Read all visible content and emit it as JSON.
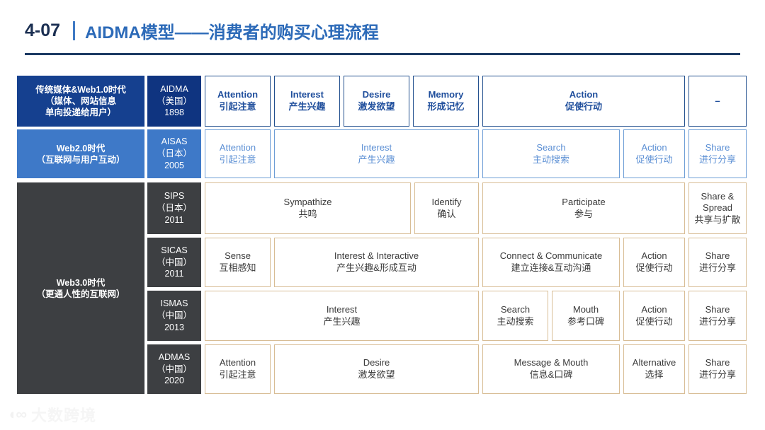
{
  "header": {
    "slide_number": "4-07",
    "title": "AIDMA模型——消费者的购买心理流程",
    "accent_color": "#2c6ab8",
    "rule_color": "#1b3a63"
  },
  "matrix": {
    "eras": [
      {
        "id": "era-web1",
        "label": "传统媒体&Web1.0时代\n（媒体、网站信息\n单向投递给用户）",
        "lines": [
          "传统媒体&Web1.0时代",
          "（媒体、网站信息",
          "单向投递给用户）"
        ],
        "bg": "#15408f"
      },
      {
        "id": "era-web2",
        "label": "Web2.0时代\n（互联网与用户互动）",
        "lines": [
          "Web2.0时代",
          "（互联网与用户互动）"
        ],
        "bg": "#3e79c8"
      },
      {
        "id": "era-web3",
        "label": "Web3.0时代\n（更通人性的互联网）",
        "lines": [
          "Web3.0时代",
          "（更通人性的互联网）"
        ],
        "bg": "#3d3f42"
      }
    ],
    "models": [
      {
        "id": "model-aidma",
        "name": "AIDMA",
        "country": "（美国）",
        "year": "1898",
        "bg": "#0f3480"
      },
      {
        "id": "model-aisas",
        "name": "AISAS",
        "country": "（日本）",
        "year": "2005",
        "bg": "#3e79c8"
      },
      {
        "id": "model-sips",
        "name": "SIPS",
        "country": "（日本）",
        "year": "2011",
        "bg": "#3d3f42"
      },
      {
        "id": "model-sicas",
        "name": "SICAS",
        "country": "（中国）",
        "year": "2011",
        "bg": "#3d3f42"
      },
      {
        "id": "model-ismas",
        "name": "ISMAS",
        "country": "（中国）",
        "year": "2013",
        "bg": "#3d3f42"
      },
      {
        "id": "model-admas",
        "name": "ADMAS",
        "country": "（中国）",
        "year": "2020",
        "bg": "#3d3f42"
      }
    ],
    "rows": [
      {
        "model": "AIDMA",
        "style": "navy",
        "stages": [
          {
            "en": "Attention",
            "cn": "引起注意"
          },
          {
            "en": "Interest",
            "cn": "产生兴趣"
          },
          {
            "en": "Desire",
            "cn": "激发欲望"
          },
          {
            "en": "Memory",
            "cn": "形成记忆"
          },
          {
            "en": "Action",
            "cn": "促使行动"
          },
          {
            "en": "–",
            "cn": ""
          }
        ]
      },
      {
        "model": "AISAS",
        "style": "blue",
        "stages": [
          {
            "en": "Attention",
            "cn": "引起注意"
          },
          {
            "en": "Interest",
            "cn": "产生兴趣"
          },
          {
            "en": "Search",
            "cn": "主动搜索"
          },
          {
            "en": "Action",
            "cn": "促使行动"
          },
          {
            "en": "Share",
            "cn": "进行分享"
          }
        ]
      },
      {
        "model": "SIPS",
        "style": "tan",
        "stages": [
          {
            "en": "Sympathize",
            "cn": "共鸣"
          },
          {
            "en": "Identify",
            "cn": "确认"
          },
          {
            "en": "Participate",
            "cn": "参与"
          },
          {
            "en": "Share &\nSpread",
            "cn": "共享与扩散"
          }
        ]
      },
      {
        "model": "SICAS",
        "style": "tan",
        "stages": [
          {
            "en": "Sense",
            "cn": "互相感知"
          },
          {
            "en": "Interest & Interactive",
            "cn": "产生兴趣&形成互动"
          },
          {
            "en": "Connect & Communicate",
            "cn": "建立连接&互动沟通"
          },
          {
            "en": "Action",
            "cn": "促使行动"
          },
          {
            "en": "Share",
            "cn": "进行分享"
          }
        ]
      },
      {
        "model": "ISMAS",
        "style": "tan",
        "stages": [
          {
            "en": "Interest",
            "cn": "产生兴趣"
          },
          {
            "en": "Search",
            "cn": "主动搜索"
          },
          {
            "en": "Mouth",
            "cn": "参考口碑"
          },
          {
            "en": "Action",
            "cn": "促使行动"
          },
          {
            "en": "Share",
            "cn": "进行分享"
          }
        ]
      },
      {
        "model": "ADMAS",
        "style": "tan",
        "stages": [
          {
            "en": "Attention",
            "cn": "引起注意"
          },
          {
            "en": "Desire",
            "cn": "激发欲望"
          },
          {
            "en": "Message & Mouth",
            "cn": "信息&口碑"
          },
          {
            "en": "Alternative",
            "cn": "选择"
          },
          {
            "en": "Share",
            "cn": "进行分享"
          }
        ]
      }
    ]
  },
  "watermark": {
    "mark": "◖∞",
    "text": "大数跨境"
  },
  "cells": {
    "r1": {
      "s1": {
        "en": "Attention",
        "cn": "引起注意"
      },
      "s2": {
        "en": "Interest",
        "cn": "产生兴趣"
      },
      "s3": {
        "en": "Desire",
        "cn": "激发欲望"
      },
      "s4": {
        "en": "Memory",
        "cn": "形成记忆"
      },
      "s5": {
        "en": "Action",
        "cn": "促使行动"
      },
      "s6": {
        "en": "–",
        "cn": ""
      }
    },
    "r2": {
      "s1": {
        "en": "Attention",
        "cn": "引起注意"
      },
      "s2": {
        "en": "Interest",
        "cn": "产生兴趣"
      },
      "s3": {
        "en": "Search",
        "cn": "主动搜索"
      },
      "s4": {
        "en": "Action",
        "cn": "促使行动"
      },
      "s5": {
        "en": "Share",
        "cn": "进行分享"
      }
    },
    "r3": {
      "s1": {
        "en": "Sympathize",
        "cn": "共鸣"
      },
      "s2": {
        "en": "Identify",
        "cn": "确认"
      },
      "s3": {
        "en": "Participate",
        "cn": "参与"
      },
      "s4": {
        "en1": "Share &",
        "en2": "Spread",
        "cn": "共享与扩散"
      }
    },
    "r4": {
      "s1": {
        "en": "Sense",
        "cn": "互相感知"
      },
      "s2": {
        "en": "Interest & Interactive",
        "cn": "产生兴趣&形成互动"
      },
      "s3": {
        "en": "Connect & Communicate",
        "cn": "建立连接&互动沟通"
      },
      "s4": {
        "en": "Action",
        "cn": "促使行动"
      },
      "s5": {
        "en": "Share",
        "cn": "进行分享"
      }
    },
    "r5": {
      "s1": {
        "en": "Interest",
        "cn": "产生兴趣"
      },
      "s2": {
        "en": "Search",
        "cn": "主动搜索"
      },
      "s3": {
        "en": "Mouth",
        "cn": "参考口碑"
      },
      "s4": {
        "en": "Action",
        "cn": "促使行动"
      },
      "s5": {
        "en": "Share",
        "cn": "进行分享"
      }
    },
    "r6": {
      "s1": {
        "en": "Attention",
        "cn": "引起注意"
      },
      "s2": {
        "en": "Desire",
        "cn": "激发欲望"
      },
      "s3": {
        "en": "Message & Mouth",
        "cn": "信息&口碑"
      },
      "s4": {
        "en": "Alternative",
        "cn": "选择"
      },
      "s5": {
        "en": "Share",
        "cn": "进行分享"
      }
    }
  }
}
